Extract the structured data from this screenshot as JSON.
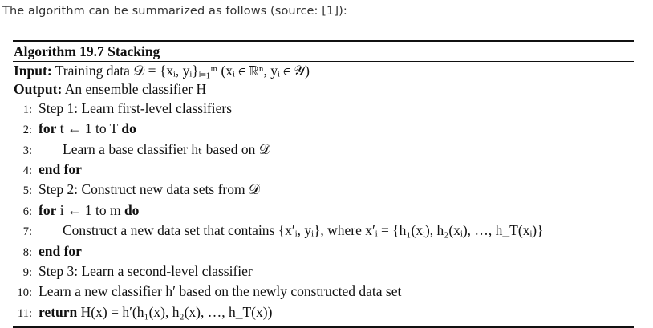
{
  "intro_text": "The algorithm can be summarized as follows (source: [1]):",
  "algorithm": {
    "title": "Algorithm 19.7 Stacking",
    "input_label": "Input:",
    "input_text": "Training data 𝒟 = {xᵢ, yᵢ}ᵢ₌₁ᵐ (xᵢ ∈ ℝⁿ, yᵢ ∈ 𝒴)",
    "output_label": "Output:",
    "output_text": "An ensemble classifier H",
    "lines": [
      {
        "num": "1:",
        "text": "Step 1: Learn first-level classifiers"
      },
      {
        "num": "2:",
        "keyword": "for",
        "text": "t ← 1 to T",
        "keyword_end": "do"
      },
      {
        "num": "3:",
        "text": "Learn a base classifier hₜ based on 𝒟"
      },
      {
        "num": "4:",
        "keyword": "end for"
      },
      {
        "num": "5:",
        "text": "Step 2: Construct new data sets from 𝒟"
      },
      {
        "num": "6:",
        "keyword": "for",
        "text": "i ← 1 to m",
        "keyword_end": "do"
      },
      {
        "num": "7:",
        "text": "Construct a new data set that contains {x′ᵢ, yᵢ}, where x′ᵢ = {h₁(xᵢ), h₂(xᵢ), …, h_T(xᵢ)}"
      },
      {
        "num": "8:",
        "keyword": "end for"
      },
      {
        "num": "9:",
        "text": "Step 3: Learn a second-level classifier"
      },
      {
        "num": "10:",
        "text": "Learn a new classifier h′ based on the newly constructed data set"
      },
      {
        "num": "11:",
        "keyword": "return",
        "text": "H(x) = h′(h₁(x), h₂(x), …, h_T(x))"
      }
    ]
  }
}
